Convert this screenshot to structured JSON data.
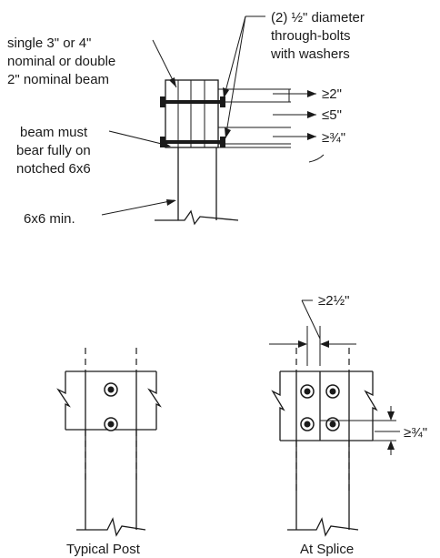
{
  "top_detail": {
    "bolts_label_line1": "(2) ½\" diameter",
    "bolts_label_line2": "through-bolts",
    "bolts_label_line3": "with washers",
    "beam_label_line1": "single 3\" or 4\"",
    "beam_label_line2": "nominal or double",
    "beam_label_line3": "2\" nominal beam",
    "bear_label_line1": "beam must",
    "bear_label_line2": "bear fully on",
    "bear_label_line3": "notched 6x6",
    "post_label": "6x6 min.",
    "dim_top": "≥2\"",
    "dim_mid": "≤5\"",
    "dim_bottom": "≥¾\""
  },
  "bottom_left": {
    "caption": "Typical Post"
  },
  "bottom_right": {
    "caption": "At Splice",
    "dim_top": "≥2½\"",
    "dim_side": "≥¾\""
  }
}
